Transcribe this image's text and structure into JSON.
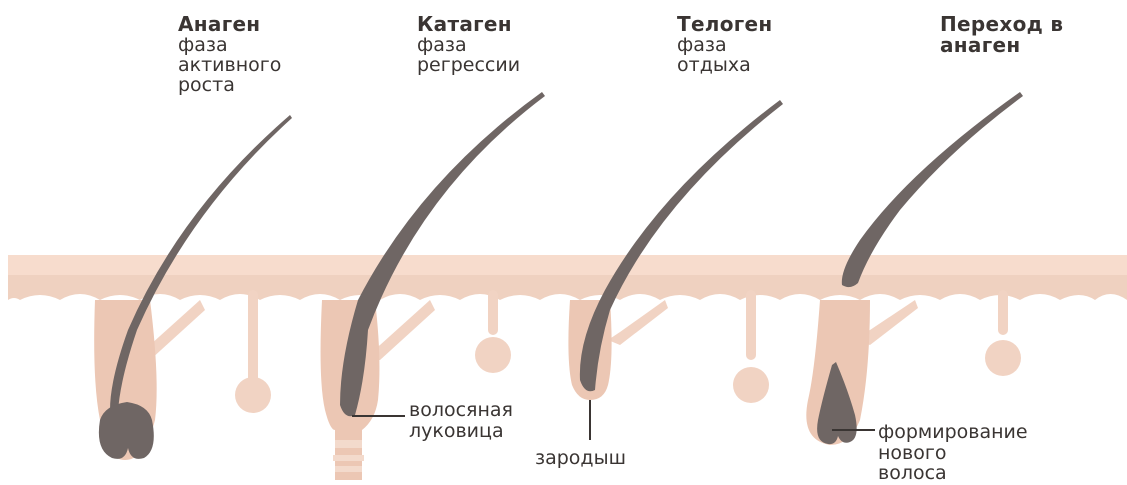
{
  "phases": [
    {
      "title": "Анаген",
      "subtitle": "фаза\nактивного\nроста"
    },
    {
      "title": "Катаген",
      "subtitle": "фаза\nрегрессии"
    },
    {
      "title": "Телоген",
      "subtitle": "фаза\nотдыха"
    },
    {
      "title": "Переход в\nанаген",
      "subtitle": ""
    }
  ],
  "annotations": {
    "bulb": "волосяная\nлуковица",
    "germ": "зародыш",
    "new_hair": "формирование\nнового\nволоса"
  },
  "colors": {
    "skin_top": "#f7dccd",
    "skin_band": "#efd1c0",
    "follicle": "#ecc7b4",
    "hair": "#6f6664",
    "text": "#3a3533"
  }
}
